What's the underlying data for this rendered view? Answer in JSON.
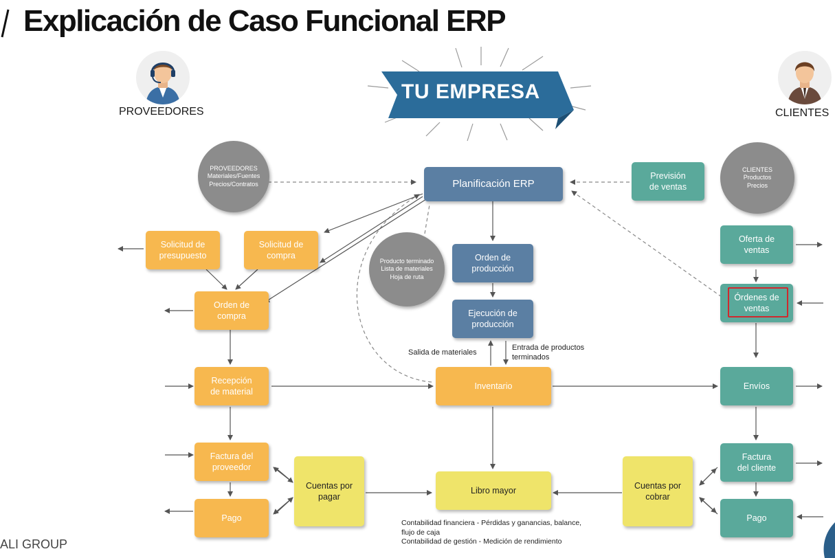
{
  "title": "Explicación de Caso Funcional ERP",
  "banner": "TU EMPRESA",
  "proveedores_label": "PROVEEDORES",
  "clientes_label": "CLIENTES",
  "footer": "ALI GROUP",
  "circles": {
    "proveedores": "PROVEEDORES\nMateriales/Fuentes\nPrecios/Contratos",
    "producto": "Producto terminado\nLista de materiales\nHoja de ruta",
    "clientes": "CLIENTES\nProductos\nPrecios"
  },
  "boxes": {
    "planificacion": "Planificación ERP",
    "prevision": "Previsión\nde ventas",
    "orden_produccion": "Orden de\nproducción",
    "ejecucion": "Ejecución de\nproducción",
    "solicitud_presupuesto": "Solicitud de\npresupuesto",
    "solicitud_compra": "Solicitud de\ncompra",
    "orden_compra": "Orden de\ncompra",
    "recepcion": "Recepción\nde material",
    "factura_proveedor": "Factura del\nproveedor",
    "pago_proveedor": "Pago",
    "cuentas_pagar": "Cuentas por\npagar",
    "inventario": "Inventario",
    "libro_mayor": "Libro mayor",
    "oferta": "Oferta de\nventas",
    "ordenes_ventas": "Órdenes de\nventas",
    "envios": "Envíos",
    "factura_cliente": "Factura\ndel cliente",
    "pago_cliente": "Pago",
    "cuentas_cobrar": "Cuentas por\ncobrar"
  },
  "notes": {
    "salida": "Salida de materiales",
    "entrada": "Entrada de productos\nterminados",
    "contabilidad": "Contabilidad financiera - Pérdidas y ganancias, balance,\nflujo de caja\nContabilidad de gestión - Medición de rendimiento"
  },
  "colors": {
    "orange": "#f7b84f",
    "teal": "#5aa99b",
    "blue": "#5b7fa3",
    "yellow": "#efe46a",
    "grey_circle": "#8c8c8c",
    "banner": "#2b6c9a",
    "highlight": "#d0282d"
  }
}
